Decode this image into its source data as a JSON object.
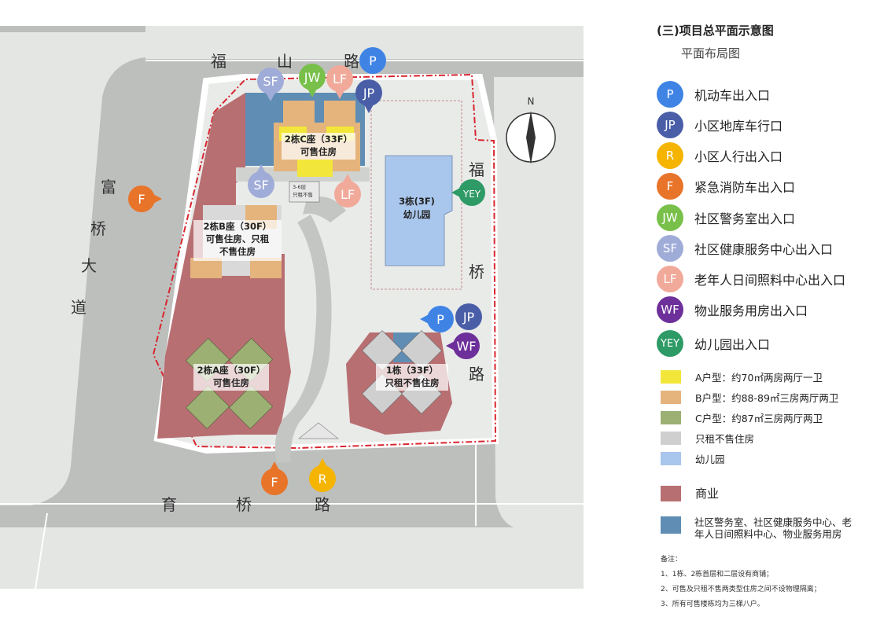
{
  "panel": {
    "title": "(三)项目总平面示意图",
    "subtitle": "平面布局图"
  },
  "legend": [
    {
      "code": "P",
      "label": "机动车出入口",
      "color": "#3f84e5"
    },
    {
      "code": "JP",
      "label": "小区地库车行口",
      "color": "#4a5ea8"
    },
    {
      "code": "R",
      "label": "小区人行出入口",
      "color": "#f5b400"
    },
    {
      "code": "F",
      "label": "紧急消防车出入口",
      "color": "#e8742a"
    },
    {
      "code": "JW",
      "label": "社区警务室出入口",
      "color": "#78c04a"
    },
    {
      "code": "SF",
      "label": "社区健康服务中心出入口",
      "color": "#a0acd8"
    },
    {
      "code": "LF",
      "label": "老年人日间照料中心出入口",
      "color": "#f1a99a"
    },
    {
      "code": "WF",
      "label": "物业服务用房出入口",
      "color": "#6d2f9a"
    },
    {
      "code": "YEY",
      "label": "幼儿园出入口",
      "color": "#2e9a66"
    }
  ],
  "units": [
    {
      "label": "A户型：约70㎡两房两厅一卫",
      "color": "#f3e63a"
    },
    {
      "label": "B户型：约88-89㎡三房两厅两卫",
      "color": "#e4b47c"
    },
    {
      "label": "C户型：约87㎡三房两厅两卫",
      "color": "#9db074"
    },
    {
      "label": "只租不售住房",
      "color": "#cfcfcf"
    },
    {
      "label": "幼儿园",
      "color": "#a9c6ec"
    }
  ],
  "commercial": {
    "label": "商业",
    "color": "#b86f72"
  },
  "community": {
    "label": "社区警务室、社区健康服务中心、老年人日间照料中心、物业服务用房",
    "color": "#5f8db3"
  },
  "notes": {
    "title": "备注：",
    "items": [
      "1、1栋、2栋首层和二层设有商铺；",
      "2、可售及只租不售两类型住房之间不设物理隔离；",
      "3、所有可售楼栋均为三梯八户。"
    ]
  },
  "map": {
    "north": "N",
    "roads": {
      "north": [
        "福",
        "山",
        "路"
      ],
      "west": [
        "富",
        "桥",
        "大",
        "道"
      ],
      "east": [
        "福",
        "桥",
        "路"
      ],
      "south": [
        "育",
        "桥",
        "路"
      ]
    },
    "buildings": {
      "b2c": [
        "2栋C座（33F）",
        "可售住房"
      ],
      "b2b": [
        "2栋B座（30F）",
        "可售住房、只租",
        "不售住房"
      ],
      "b2a": [
        "2栋A座（30F）",
        "可售住房"
      ],
      "b1": [
        "1栋（33F）",
        "只租不售住房"
      ],
      "b3": [
        "3栋(3F)",
        "幼儿园"
      ],
      "small": [
        "3-6层",
        "只租不售"
      ]
    },
    "markers": {
      "sf_top": "SF",
      "jw_top": "JW",
      "lf_top": "LF",
      "p_top": "P",
      "jp_top": "JP",
      "sf_mid": "SF",
      "lf_mid": "LF",
      "f_west": "F",
      "yey_east": "YEY",
      "p_east": "P",
      "jp_east": "JP",
      "wf_east": "WF",
      "f_south": "F",
      "r_south": "R"
    }
  }
}
